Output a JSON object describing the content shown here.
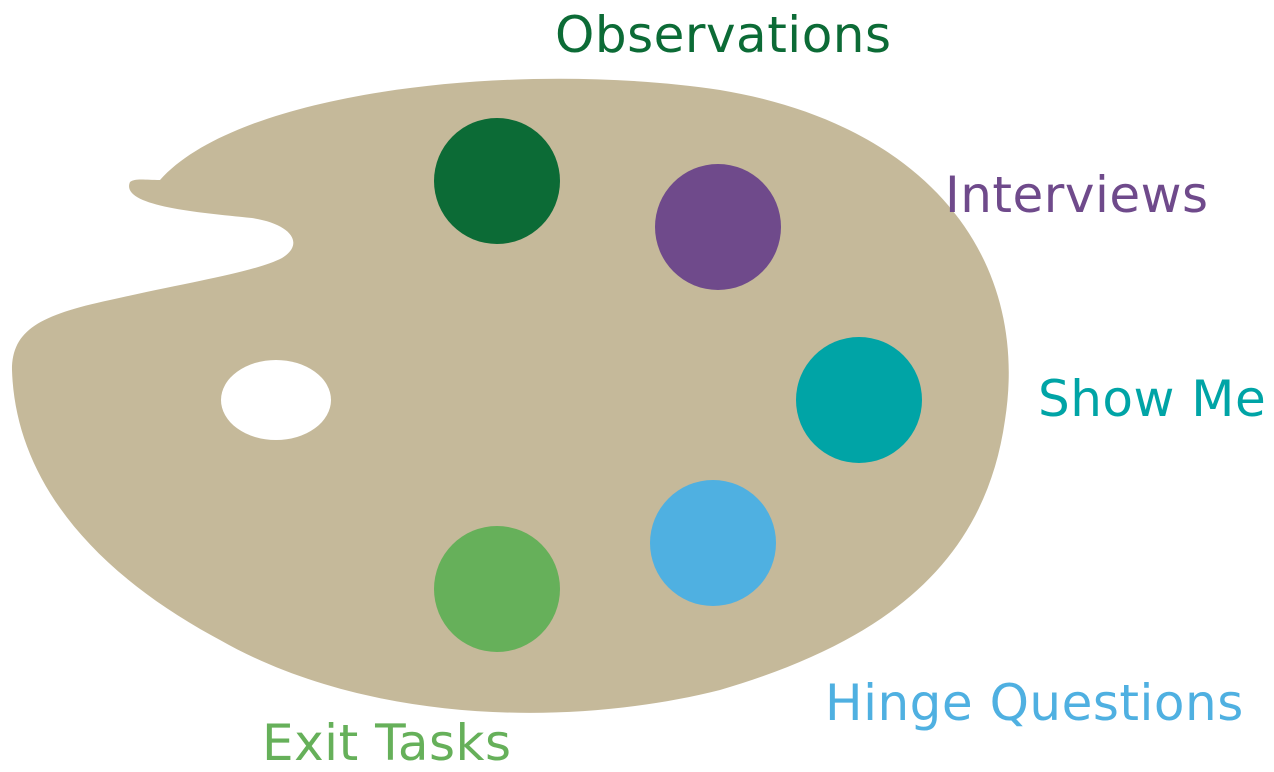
{
  "diagram": {
    "palette_color": "#c5b99a",
    "thumb_hole_color": "#ffffff",
    "labels": {
      "observations": "Observations",
      "interviews": "Interviews",
      "show_me": "Show Me",
      "hinge_questions": "Hinge Questions",
      "exit_tasks": "Exit Tasks"
    },
    "colors": {
      "observations": "#0c6b36",
      "interviews": "#6f4a8b",
      "show_me": "#00a4a6",
      "hinge_questions": "#4fb0e1",
      "exit_tasks": "#66b05a"
    }
  }
}
